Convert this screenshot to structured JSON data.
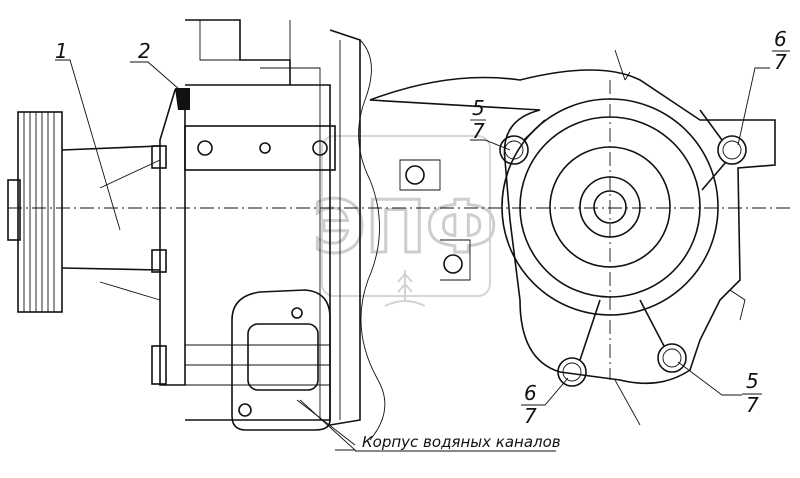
{
  "diagram": {
    "callouts": {
      "c1": "1",
      "c2": "2",
      "c5_top_num": "5",
      "c5_top_den": "7",
      "c6_top_num": "6",
      "c6_top_den": "7",
      "c6_bot_num": "6",
      "c6_bot_den": "7",
      "c5_bot_num": "5",
      "c5_bot_den": "7"
    },
    "caption": "Корпус водяных каналов",
    "watermark": {
      "logo_text": "ЭПФ"
    }
  }
}
